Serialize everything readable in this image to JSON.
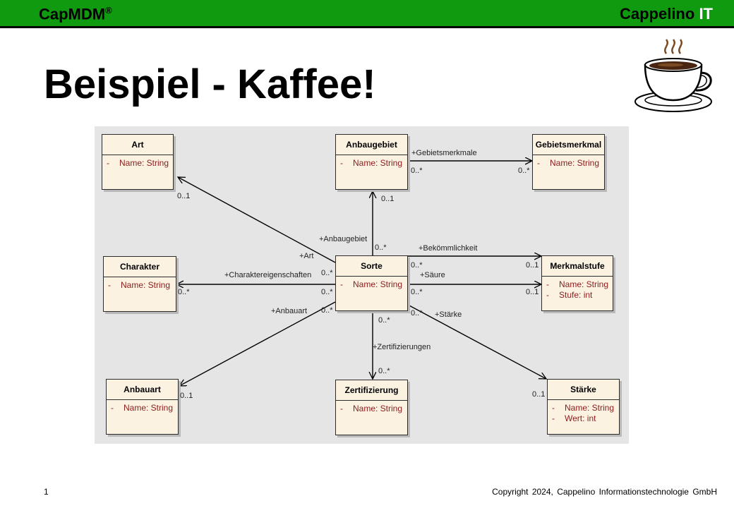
{
  "header": {
    "brand_left": "CapMDM",
    "brand_left_mark": "®",
    "brand_right": "Cappelino",
    "brand_right_accent": "IT",
    "bar_color": "#0f9a0f"
  },
  "slide": {
    "title": "Beispiel - Kaffee!",
    "page_number": "1",
    "copyright": "Copyright 2024, Cappelino Informationstechnologie GmbH",
    "icon": "coffee-cup-icon"
  },
  "diagram": {
    "classes": {
      "art": {
        "name": "Art",
        "attrs": [
          {
            "vis": "-",
            "text": "Name:  String"
          }
        ]
      },
      "anbaugebiet": {
        "name": "Anbaugebiet",
        "attrs": [
          {
            "vis": "-",
            "text": "Name:  String"
          }
        ]
      },
      "gebietsmerkmal": {
        "name": "Gebietsmerkmal",
        "attrs": [
          {
            "vis": "-",
            "text": "Name:  String"
          }
        ]
      },
      "charakter": {
        "name": "Charakter",
        "attrs": [
          {
            "vis": "-",
            "text": "Name:  String"
          }
        ]
      },
      "sorte": {
        "name": "Sorte",
        "attrs": [
          {
            "vis": "-",
            "text": "Name:  String"
          }
        ]
      },
      "merkmalstufe": {
        "name": "Merkmalstufe",
        "attrs": [
          {
            "vis": "-",
            "text": "Name:  String"
          },
          {
            "vis": "-",
            "text": "Stufe:  int"
          }
        ]
      },
      "anbauart": {
        "name": "Anbauart",
        "attrs": [
          {
            "vis": "-",
            "text": "Name:  String"
          }
        ]
      },
      "zertifizierung": {
        "name": "Zertifizierung",
        "attrs": [
          {
            "vis": "-",
            "text": "Name:  String"
          }
        ]
      },
      "staerke": {
        "name": "Stärke",
        "attrs": [
          {
            "vis": "-",
            "text": "Name:  String"
          },
          {
            "vis": "-",
            "text": "Wert:  int"
          }
        ]
      }
    },
    "associations": {
      "art": {
        "role": "+Art",
        "src_mult": "0..*",
        "dst_mult": "0..1"
      },
      "anbaugebiet": {
        "role": "+Anbaugebiet",
        "src_mult": "0..*",
        "dst_mult": "0..1"
      },
      "gebietsmerkmale": {
        "role": "+Gebietsmerkmale",
        "src_mult": "0..*",
        "dst_mult": "0..*"
      },
      "charakter": {
        "role": "+Charaktereigenschaften",
        "src_mult": "0..*",
        "dst_mult": "0..*"
      },
      "bekoemmlichkeit": {
        "role": "+Bekömmlichkeit",
        "src_mult": "0..*",
        "dst_mult": "0..1"
      },
      "saeure": {
        "role": "+Säure",
        "src_mult": "0..*",
        "dst_mult": "0..1"
      },
      "anbauart": {
        "role": "+Anbauart",
        "src_mult": "0..*",
        "dst_mult": "0..1"
      },
      "zertifizierungen": {
        "role": "+Zertifizierungen",
        "src_mult": "0..*",
        "dst_mult": "0..*"
      },
      "staerke": {
        "role": "+Stärke",
        "src_mult": "0..*",
        "dst_mult": "0..1"
      }
    }
  }
}
